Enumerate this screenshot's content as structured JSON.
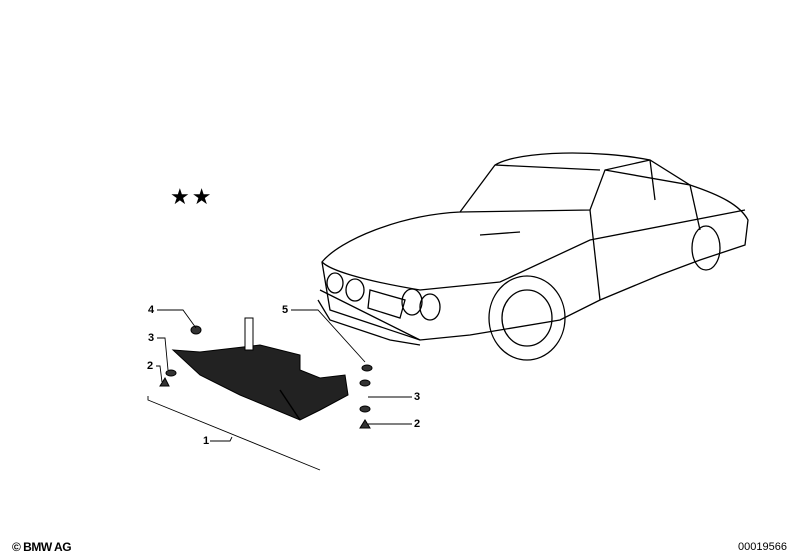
{
  "diagram": {
    "stars": "★★",
    "callouts": [
      {
        "id": "callout-4-left",
        "text": "4"
      },
      {
        "id": "callout-3-left",
        "text": "3"
      },
      {
        "id": "callout-2-left",
        "text": "2"
      },
      {
        "id": "callout-5",
        "text": "5"
      },
      {
        "id": "callout-3-right",
        "text": "3"
      },
      {
        "id": "callout-2-right",
        "text": "2"
      },
      {
        "id": "callout-1",
        "text": "1"
      }
    ]
  },
  "footer": {
    "copyright": "© BMW AG",
    "diagram_number": "00019566"
  }
}
